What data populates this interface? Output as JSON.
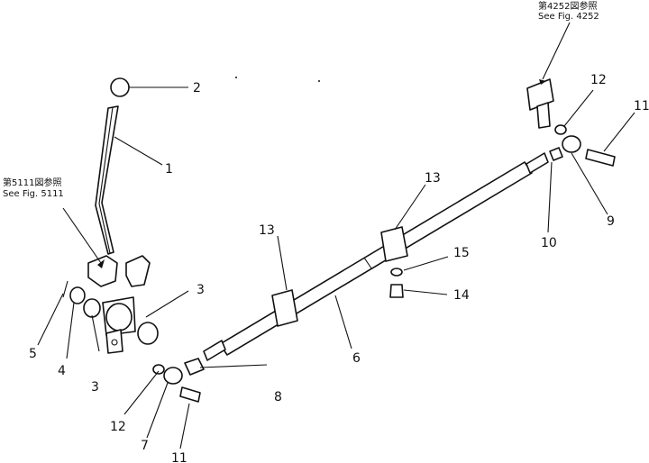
{
  "refs": {
    "top_right_jp": "第4252図参照",
    "top_right_en": "See Fig. 4252",
    "left_jp": "第5111図参照",
    "left_en": "See Fig. 5111"
  },
  "callouts": {
    "c1": "1",
    "c2": "2",
    "c3a": "3",
    "c3b": "3",
    "c4": "4",
    "c5": "5",
    "c6": "6",
    "c7": "7",
    "c8": "8",
    "c9": "9",
    "c10": "10",
    "c11a": "11",
    "c11b": "11",
    "c12a": "12",
    "c12b": "12",
    "c13a": "13",
    "c13b": "13",
    "c14": "14",
    "c15": "15"
  }
}
